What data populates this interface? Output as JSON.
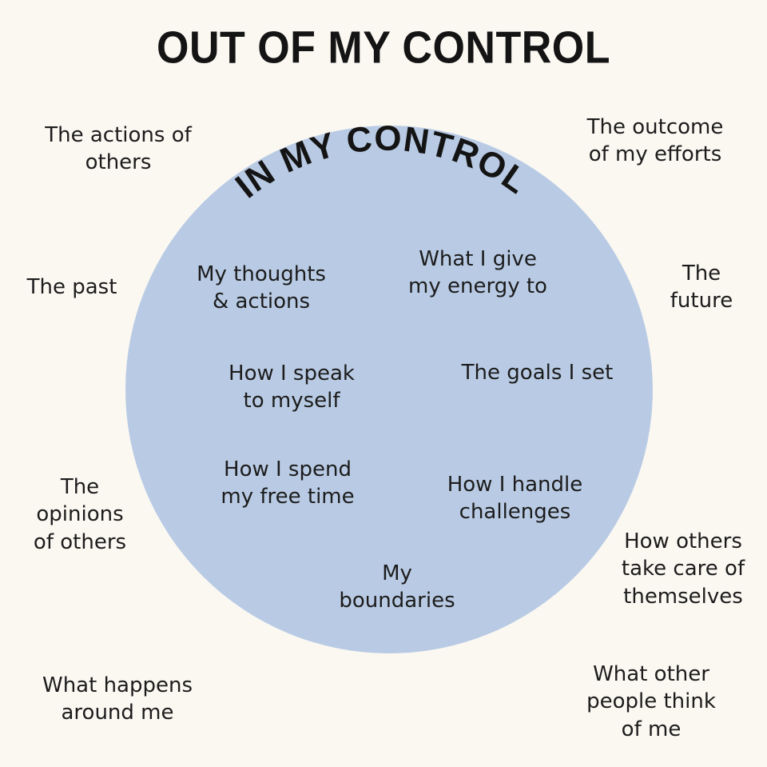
{
  "outer_title": "OUT OF MY CONTROL",
  "inner_title": "IN MY CONTROL",
  "colors": {
    "background": "#fbf8f2",
    "circle_fill": "#b9cbe4",
    "text": "#1c1c1c"
  },
  "inside": {
    "thoughts": "My thoughts\n& actions",
    "energy": "What I give\nmy energy to",
    "speak": "How I speak\nto myself",
    "goals": "The goals I set",
    "free_time": "How I spend\nmy free time",
    "challenges": "How I handle\nchallenges",
    "boundaries": "My\nboundaries"
  },
  "outside": {
    "actions_others": "The actions of\nothers",
    "outcome": "The outcome\nof my efforts",
    "past": "The past",
    "future": "The\nfuture",
    "opinions": "The\nopinions\nof others",
    "others_care": "How others\ntake care of\nthemselves",
    "happens_around": "What happens\naround me",
    "others_think": "What other\npeople think\nof me"
  }
}
